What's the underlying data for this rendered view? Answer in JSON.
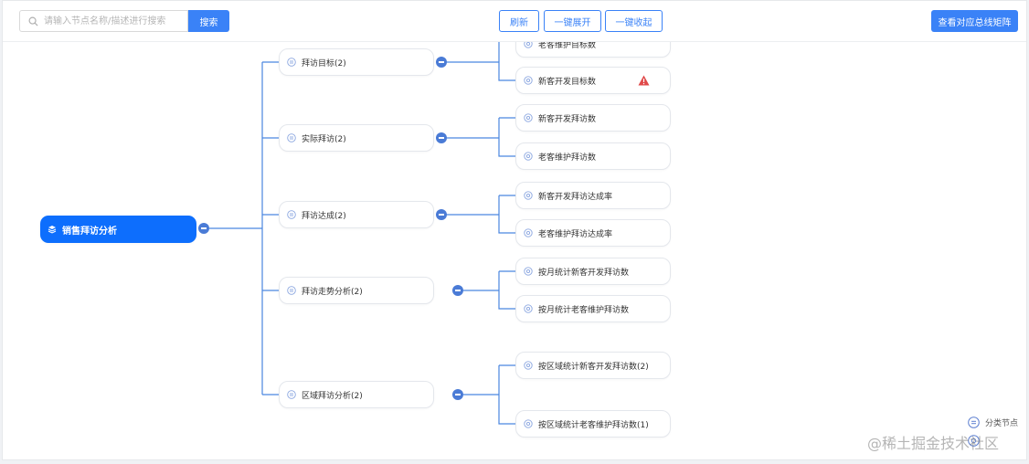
{
  "toolbar": {
    "search_placeholder": "请输入节点名称/描述进行搜索",
    "search_button": "搜索",
    "refresh_button": "刷新",
    "expand_all_button": "一键展开",
    "collapse_all_button": "一键收起",
    "matrix_button": "查看对应总线矩阵"
  },
  "tree": {
    "root": "销售拜访分析",
    "categories": [
      {
        "label": "拜访目标(2)",
        "children": [
          "老客维护目标数",
          "新客开发目标数"
        ]
      },
      {
        "label": "实际拜访(2)",
        "children": [
          "新客开发拜访数",
          "老客维护拜访数"
        ]
      },
      {
        "label": "拜访达成(2)",
        "children": [
          "新客开发拜访达成率",
          "老客维护拜访达成率"
        ]
      },
      {
        "label": "拜访走势分析(2)",
        "children": [
          "按月统计新客开发拜访数",
          "按月统计老客维护拜访数"
        ]
      },
      {
        "label": "区域拜访分析(2)",
        "children": [
          "按区域统计新客开发拜访数(2)",
          "按区域统计老客维护拜访数(1)"
        ]
      }
    ]
  },
  "legend": {
    "category_label": "分类节点"
  },
  "watermark": "@稀土掘金技术社区",
  "colors": {
    "primary": "#3a82f7",
    "root_node": "#0d6efd",
    "toggle": "#4a7bd6",
    "warning": "#e04a4a"
  },
  "icons": {
    "root": "layers-icon",
    "category": "list-icon",
    "leaf": "at-icon",
    "warning": "warning-triangle-icon",
    "search": "search-icon"
  }
}
